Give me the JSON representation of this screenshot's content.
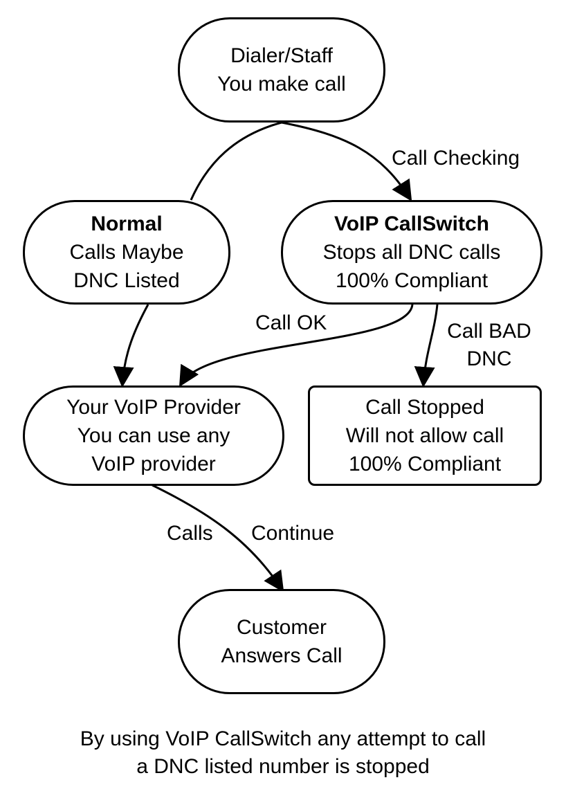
{
  "nodes": {
    "dialer": {
      "line1": "Dialer/Staff",
      "line2": "You make call"
    },
    "normal": {
      "title": "Normal",
      "line2": "Calls Maybe",
      "line3": "DNC Listed"
    },
    "callswitch": {
      "title": "VoIP CallSwitch",
      "line2": "Stops all DNC calls",
      "line3": "100% Compliant"
    },
    "provider": {
      "line1": "Your VoIP Provider",
      "line2": "You can use any",
      "line3": "VoIP provider"
    },
    "stopped": {
      "line1": "Call Stopped",
      "line2": "Will not allow call",
      "line3": "100% Compliant"
    },
    "customer": {
      "line1": "Customer",
      "line2": "Answers Call"
    }
  },
  "edges": {
    "call_checking": "Call Checking",
    "call_ok": "Call OK",
    "call_bad_line1": "Call BAD",
    "call_bad_line2": "DNC",
    "calls": "Calls",
    "continue": "Continue"
  },
  "caption": {
    "line1": "By using VoIP CallSwitch any attempt to call",
    "line2": "a DNC listed number is stopped"
  }
}
